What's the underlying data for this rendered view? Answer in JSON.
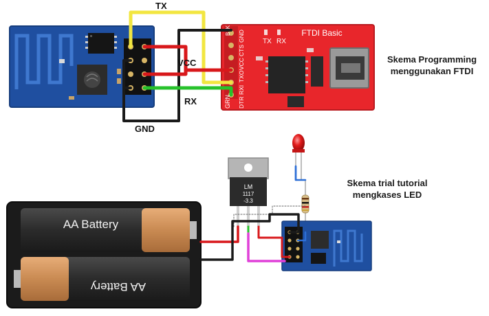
{
  "captions": {
    "programming_line1": "Skema Programming",
    "programming_line2": "menggunakan FTDI",
    "trial_line1": "Skema trial tutorial",
    "trial_line2": "mengkases LED"
  },
  "wire_labels": {
    "tx": "TX",
    "vcc": "VCC",
    "rx": "RX",
    "gnd": "GND"
  },
  "ftdi": {
    "title": "FTDI Basic",
    "tx_led": "TX",
    "rx_led": "RX",
    "pin_labels": [
      "DTR",
      "RXI",
      "TXO",
      "VCC",
      "CTS",
      "GND"
    ],
    "grn_label": "GRN",
    "blk_label": "BLK"
  },
  "regulator": {
    "line1": "LM",
    "line2": "1117",
    "line3": "-3.3"
  },
  "battery": {
    "top_label": "AA Battery",
    "bottom_label": "AA Battery"
  },
  "colors": {
    "esp_board": "#1f4fa0",
    "ftdi_board": "#e8262b",
    "wire_yellow": "#f2e640",
    "wire_red": "#d8181b",
    "wire_green": "#27c22b",
    "wire_black": "#1a1a1a",
    "wire_magenta": "#e040d8"
  }
}
